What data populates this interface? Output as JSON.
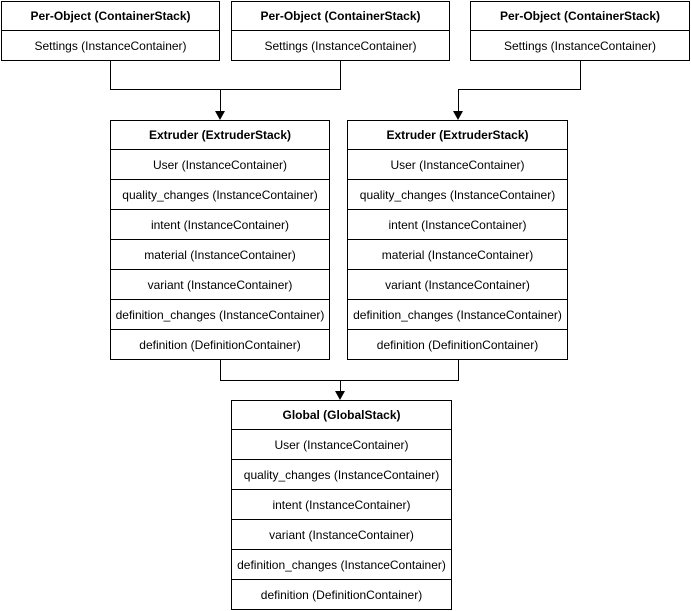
{
  "diagram": {
    "type": "flow-diagram",
    "colors": {
      "line": "#000000",
      "fill": "#ffffff",
      "text": "#000000"
    }
  },
  "boxes": {
    "per_object_1": {
      "header": "Per-Object (ContainerStack)",
      "rows": [
        "Settings (InstanceContainer)"
      ]
    },
    "per_object_2": {
      "header": "Per-Object (ContainerStack)",
      "rows": [
        "Settings (InstanceContainer)"
      ]
    },
    "per_object_3": {
      "header": "Per-Object (ContainerStack)",
      "rows": [
        "Settings (InstanceContainer)"
      ]
    },
    "extruder_1": {
      "header": "Extruder (ExtruderStack)",
      "rows": [
        "User (InstanceContainer)",
        "quality_changes (InstanceContainer)",
        "intent (InstanceContainer)",
        "material (InstanceContainer)",
        "variant (InstanceContainer)",
        "definition_changes (InstanceContainer)",
        "definition (DefinitionContainer)"
      ]
    },
    "extruder_2": {
      "header": "Extruder (ExtruderStack)",
      "rows": [
        "User (InstanceContainer)",
        "quality_changes (InstanceContainer)",
        "intent (InstanceContainer)",
        "material (InstanceContainer)",
        "variant (InstanceContainer)",
        "definition_changes (InstanceContainer)",
        "definition (DefinitionContainer)"
      ]
    },
    "global": {
      "header": "Global (GlobalStack)",
      "rows": [
        "User (InstanceContainer)",
        "quality_changes (InstanceContainer)",
        "intent (InstanceContainer)",
        "variant (InstanceContainer)",
        "definition_changes (InstanceContainer)",
        "definition (DefinitionContainer)"
      ]
    }
  }
}
